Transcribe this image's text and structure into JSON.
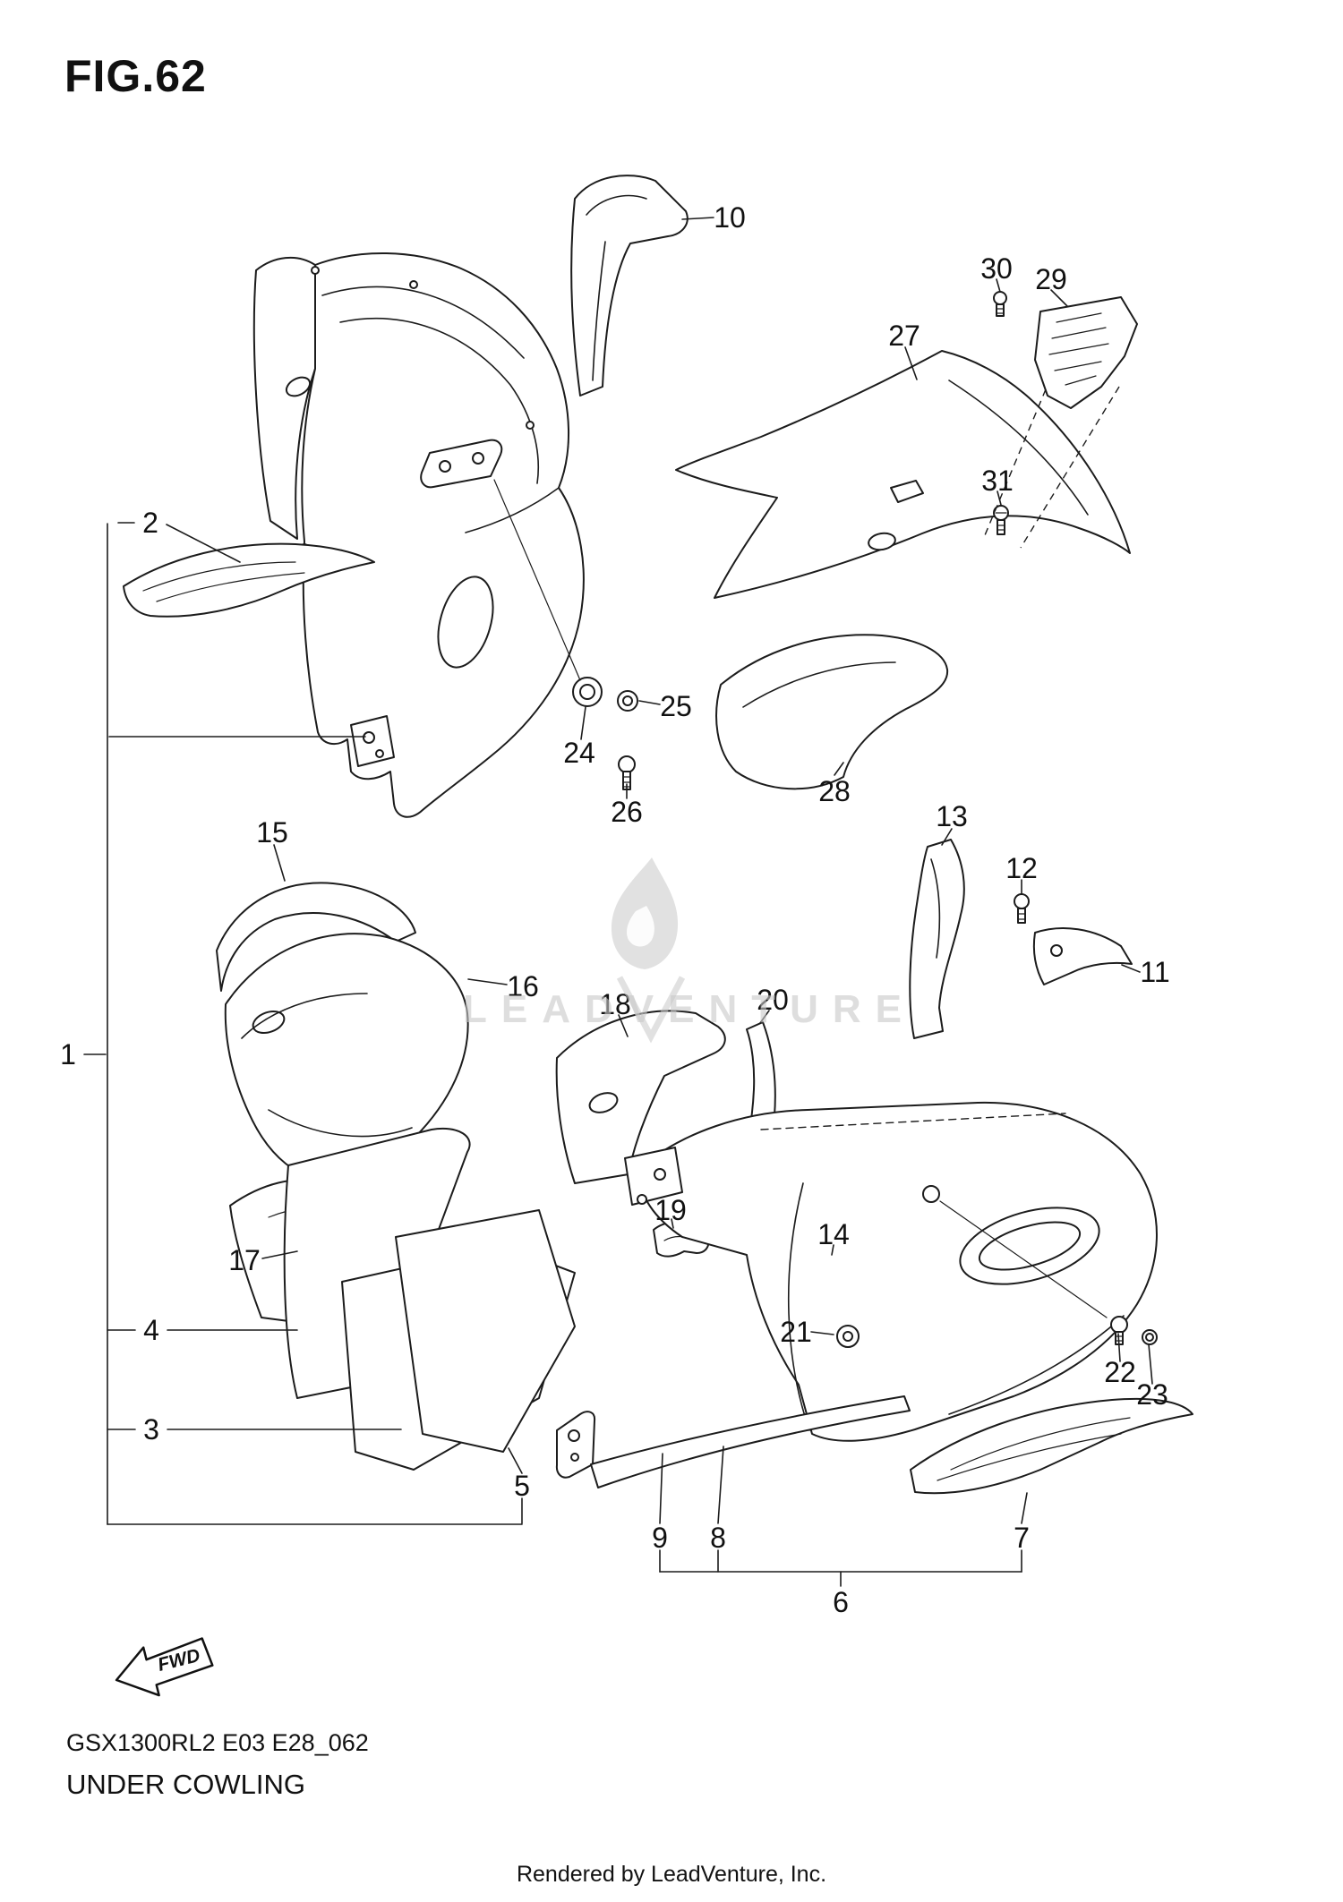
{
  "figure": {
    "title": "FIG.62",
    "model_code": "GSX1300RL2 E03 E28_062",
    "figure_name": "UNDER COWLING",
    "credit": "Rendered by LeadVenture, Inc.",
    "watermark_text": "LEADVENTURE",
    "fwd_label": "FWD"
  },
  "callouts": {
    "n1": "1",
    "n2": "2",
    "n3": "3",
    "n4": "4",
    "n5": "5",
    "n6": "6",
    "n7": "7",
    "n8": "8",
    "n9": "9",
    "n10": "10",
    "n11": "11",
    "n12": "12",
    "n13": "13",
    "n14": "14",
    "n15": "15",
    "n16": "16",
    "n17": "17",
    "n18": "18",
    "n19": "19",
    "n20": "20",
    "n21": "21",
    "n22": "22",
    "n23": "23",
    "n24": "24",
    "n25": "25",
    "n26": "26",
    "n27": "27",
    "n28": "28",
    "n29": "29",
    "n30": "30",
    "n31": "31"
  }
}
